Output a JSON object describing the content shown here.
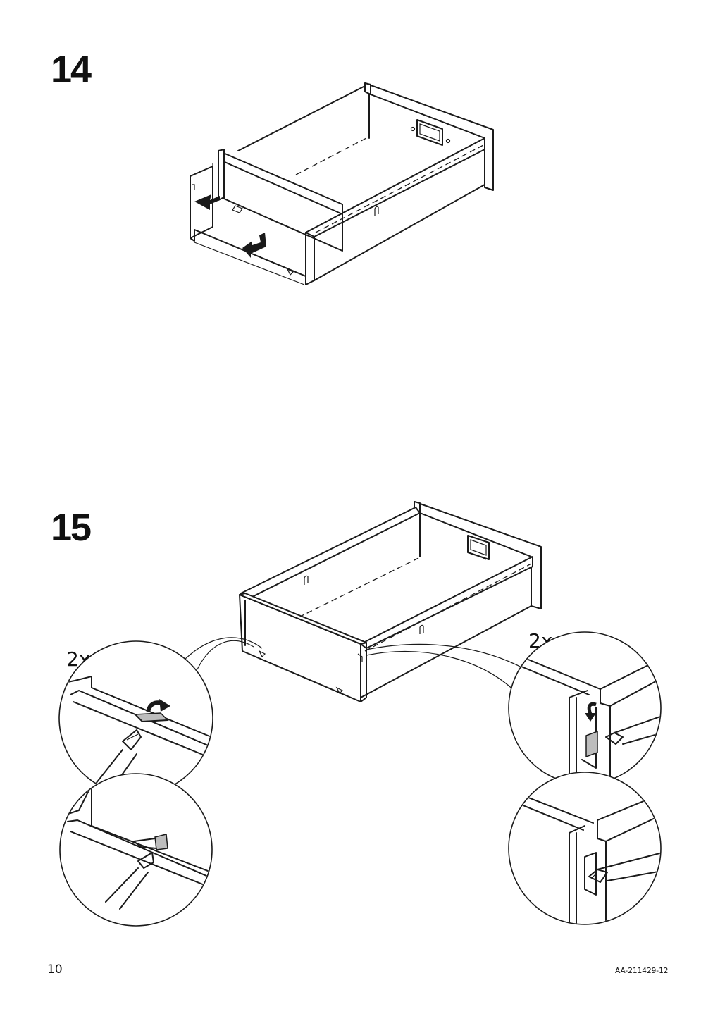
{
  "steps": [
    {
      "number": "14",
      "description_icons": [
        "drawer-assembly-icon",
        "arrow-icon"
      ]
    },
    {
      "number": "15",
      "quantity_left": "2x",
      "quantity_right": "2x"
    }
  ],
  "footer": {
    "page_number": "10",
    "document_code": "AA-211429-12"
  }
}
